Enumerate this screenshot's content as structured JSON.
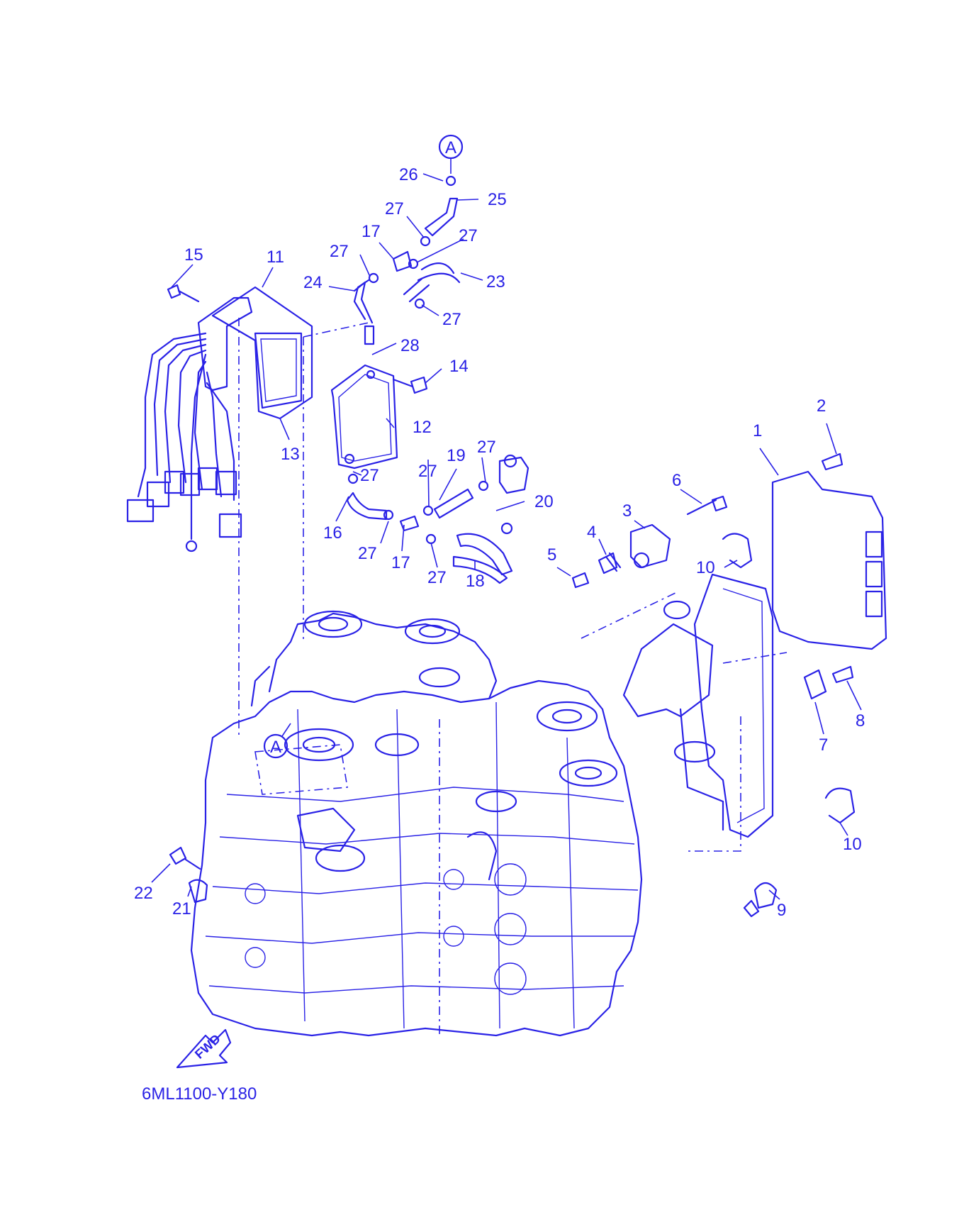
{
  "colors": {
    "line": "#2a22e6",
    "background": "#ffffff"
  },
  "callouts": [
    {
      "id": "c1",
      "text": "1"
    },
    {
      "id": "c2",
      "text": "2"
    },
    {
      "id": "c3",
      "text": "3"
    },
    {
      "id": "c4",
      "text": "4"
    },
    {
      "id": "c5",
      "text": "5"
    },
    {
      "id": "c6",
      "text": "6"
    },
    {
      "id": "c7",
      "text": "7"
    },
    {
      "id": "c8",
      "text": "8"
    },
    {
      "id": "c9",
      "text": "9"
    },
    {
      "id": "c10a",
      "text": "10"
    },
    {
      "id": "c10b",
      "text": "10"
    },
    {
      "id": "c11",
      "text": "11"
    },
    {
      "id": "c12",
      "text": "12"
    },
    {
      "id": "c13",
      "text": "13"
    },
    {
      "id": "c14",
      "text": "14"
    },
    {
      "id": "c15",
      "text": "15"
    },
    {
      "id": "c16",
      "text": "16"
    },
    {
      "id": "c17a",
      "text": "17"
    },
    {
      "id": "c17b",
      "text": "17"
    },
    {
      "id": "c18",
      "text": "18"
    },
    {
      "id": "c19",
      "text": "19"
    },
    {
      "id": "c20",
      "text": "20"
    },
    {
      "id": "c21",
      "text": "21"
    },
    {
      "id": "c22",
      "text": "22"
    },
    {
      "id": "c23",
      "text": "23"
    },
    {
      "id": "c24",
      "text": "24"
    },
    {
      "id": "c25",
      "text": "25"
    },
    {
      "id": "c26",
      "text": "26"
    },
    {
      "id": "c27a",
      "text": "27"
    },
    {
      "id": "c27b",
      "text": "27"
    },
    {
      "id": "c27c",
      "text": "27"
    },
    {
      "id": "c27d",
      "text": "27"
    },
    {
      "id": "c27e",
      "text": "27"
    },
    {
      "id": "c27f",
      "text": "27"
    },
    {
      "id": "c27g",
      "text": "27"
    },
    {
      "id": "c27h",
      "text": "27"
    },
    {
      "id": "c28",
      "text": "28"
    }
  ],
  "reference_markers": {
    "top": "A",
    "engine": "A"
  },
  "fwd_label": "FWD",
  "drawing_code": "6ML1100-Y180"
}
